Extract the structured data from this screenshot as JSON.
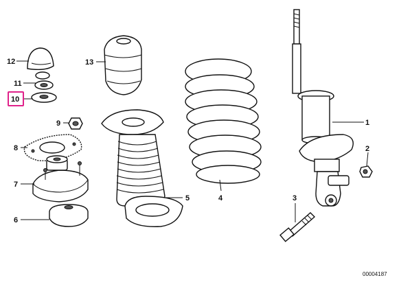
{
  "diagram": {
    "reference_number": "00004187",
    "highlight_color": "#e0218a",
    "parts": [
      {
        "id": "p1",
        "label": "1"
      },
      {
        "id": "p2",
        "label": "2"
      },
      {
        "id": "p3",
        "label": "3"
      },
      {
        "id": "p4",
        "label": "4"
      },
      {
        "id": "p5",
        "label": "5"
      },
      {
        "id": "p6",
        "label": "6"
      },
      {
        "id": "p7",
        "label": "7"
      },
      {
        "id": "p8",
        "label": "8"
      },
      {
        "id": "p9",
        "label": "9"
      },
      {
        "id": "p10",
        "label": "10",
        "highlighted": true
      },
      {
        "id": "p11",
        "label": "11"
      },
      {
        "id": "p12",
        "label": "12"
      },
      {
        "id": "p13",
        "label": "13"
      }
    ]
  }
}
